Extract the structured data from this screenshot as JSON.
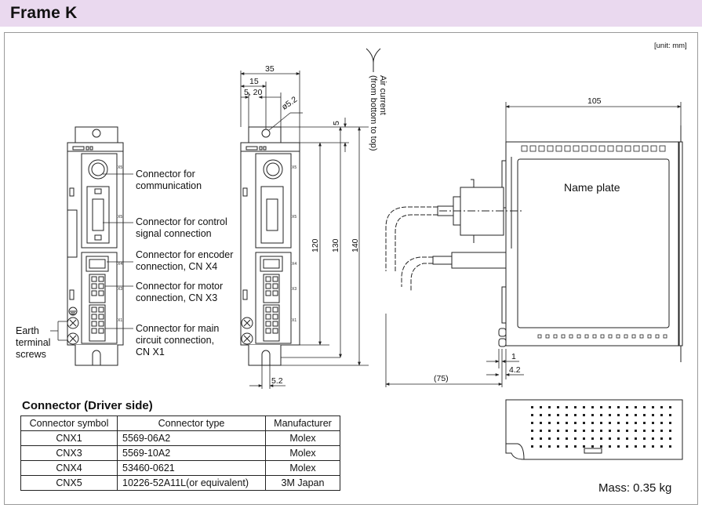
{
  "page_title": "Frame K",
  "unit_note": "[unit: mm]",
  "callouts": {
    "communication": [
      "Connector for",
      "communication"
    ],
    "control": [
      "Connector for control",
      "signal connection"
    ],
    "encoder": [
      "Connector for encoder",
      "connection, CN X4"
    ],
    "motor": [
      "Connector for motor",
      "connection, CN X3"
    ],
    "main": [
      "Connector for main",
      "circuit connection,",
      "CN X1"
    ],
    "earth": [
      "Earth",
      "terminal",
      "screws"
    ]
  },
  "air_current": [
    "Air current",
    "(from bottom to top)"
  ],
  "name_plate": "Name plate",
  "dimensions": {
    "d35": "35",
    "d15": "15",
    "d520": "5, 20",
    "d52hole": "ø5.2",
    "d5": "5",
    "d120": "120",
    "d130": "130",
    "d140": "140",
    "d52bottom": "5.2",
    "d105": "105",
    "d75": "(75)",
    "d1": "1",
    "d42": "4.2"
  },
  "table": {
    "title": "Connector (Driver side)",
    "headers": [
      "Connector symbol",
      "Connector type",
      "Manufacturer"
    ],
    "rows": [
      [
        "CNX1",
        "5569-06A2",
        "Molex"
      ],
      [
        "CNX3",
        "5569-10A2",
        "Molex"
      ],
      [
        "CNX4",
        "53460-0621",
        "Molex"
      ],
      [
        "CNX5",
        "10226-52A11L(or equivalent)",
        "3M Japan"
      ]
    ]
  },
  "mass": "Mass: 0.35 kg",
  "colors": {
    "header_bg": "#ead9ef",
    "frame_border": "#9a9a9a",
    "line": "#222222"
  }
}
